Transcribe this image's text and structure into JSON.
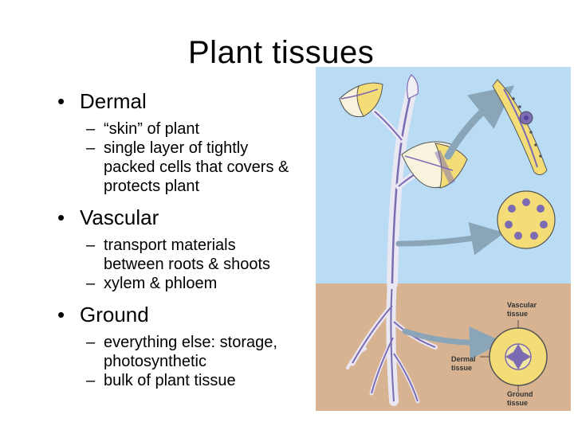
{
  "slide": {
    "title": "Plant tissues",
    "bullet_marker": "•",
    "dash_marker": "–",
    "sections": [
      {
        "heading": "Dermal",
        "items": [
          [
            "“skin” of plant"
          ],
          [
            "single layer of tightly",
            "packed cells that covers &",
            "protects plant"
          ]
        ]
      },
      {
        "heading": "Vascular",
        "items": [
          [
            "transport materials",
            "between roots & shoots"
          ],
          [
            "xylem & phloem"
          ]
        ]
      },
      {
        "heading": "Ground",
        "items": [
          [
            "everything else: storage,",
            "photosynthetic"
          ],
          [
            "bulk of plant tissue"
          ]
        ]
      }
    ]
  },
  "figure": {
    "labels": {
      "vascular": [
        "Vascular",
        "tissue"
      ],
      "dermal": [
        "Dermal",
        "tissue"
      ],
      "ground": [
        "Ground",
        "tissue"
      ]
    },
    "colors": {
      "sky": "#b9dcf4",
      "soil": "#d7b391",
      "stem": "#e9e7f2",
      "vascular": "#7c6bb3",
      "leaf_yellow": "#f4dc77",
      "arrow": "#8aa4b8"
    }
  }
}
